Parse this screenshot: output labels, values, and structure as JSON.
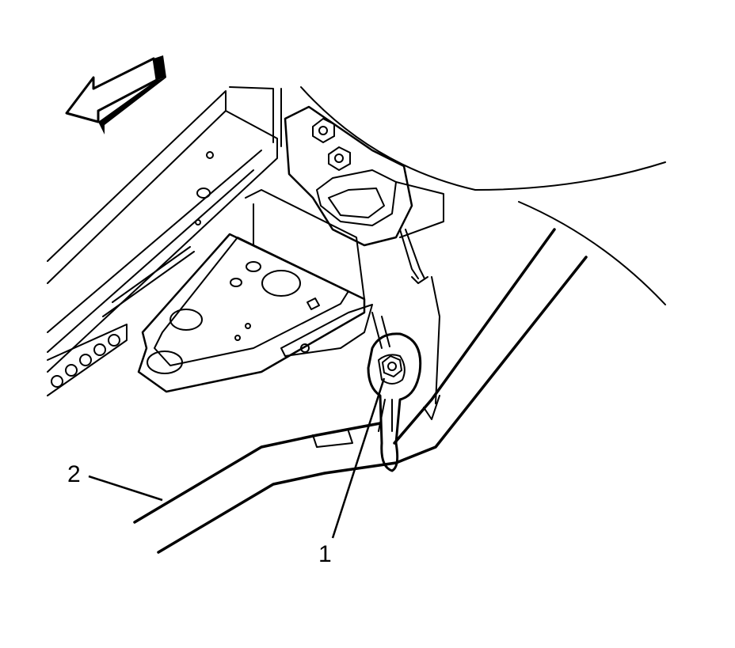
{
  "callouts": [
    {
      "id": "1",
      "text": "1"
    },
    {
      "id": "2",
      "text": "2"
    }
  ],
  "colors": {
    "ink": "#000000",
    "paper": "#ffffff"
  },
  "icons": {
    "direction": "front-direction-arrow-icon"
  }
}
